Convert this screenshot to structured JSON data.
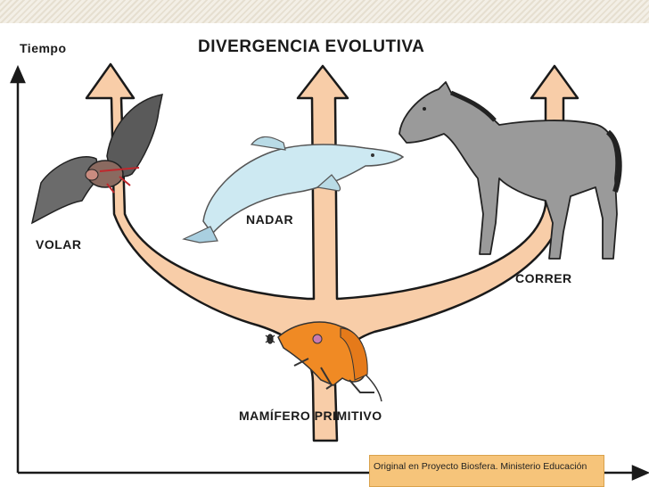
{
  "title": "DIVERGENCIA EVOLUTIVA",
  "axis_label": "Tiempo",
  "branches": {
    "left": "VOLAR",
    "middle": "NADAR",
    "right": "CORRER",
    "root": "MAMÍFERO PRIMITIVO"
  },
  "credit": "Original en Proyecto Biosfera. Ministerio Educación",
  "colors": {
    "branch_fill": "#f8cda8",
    "branch_outline": "#1a1a1a",
    "credit_bg": "#f6c47a",
    "bat": "#6b6b6b",
    "dolphin": "#cde9f2",
    "horse": "#9a9a9a",
    "shrew": "#f08a24"
  },
  "icons": [
    "bat-illustration",
    "dolphin-illustration",
    "horse-illustration",
    "shrew-illustration",
    "insect-illustration"
  ]
}
